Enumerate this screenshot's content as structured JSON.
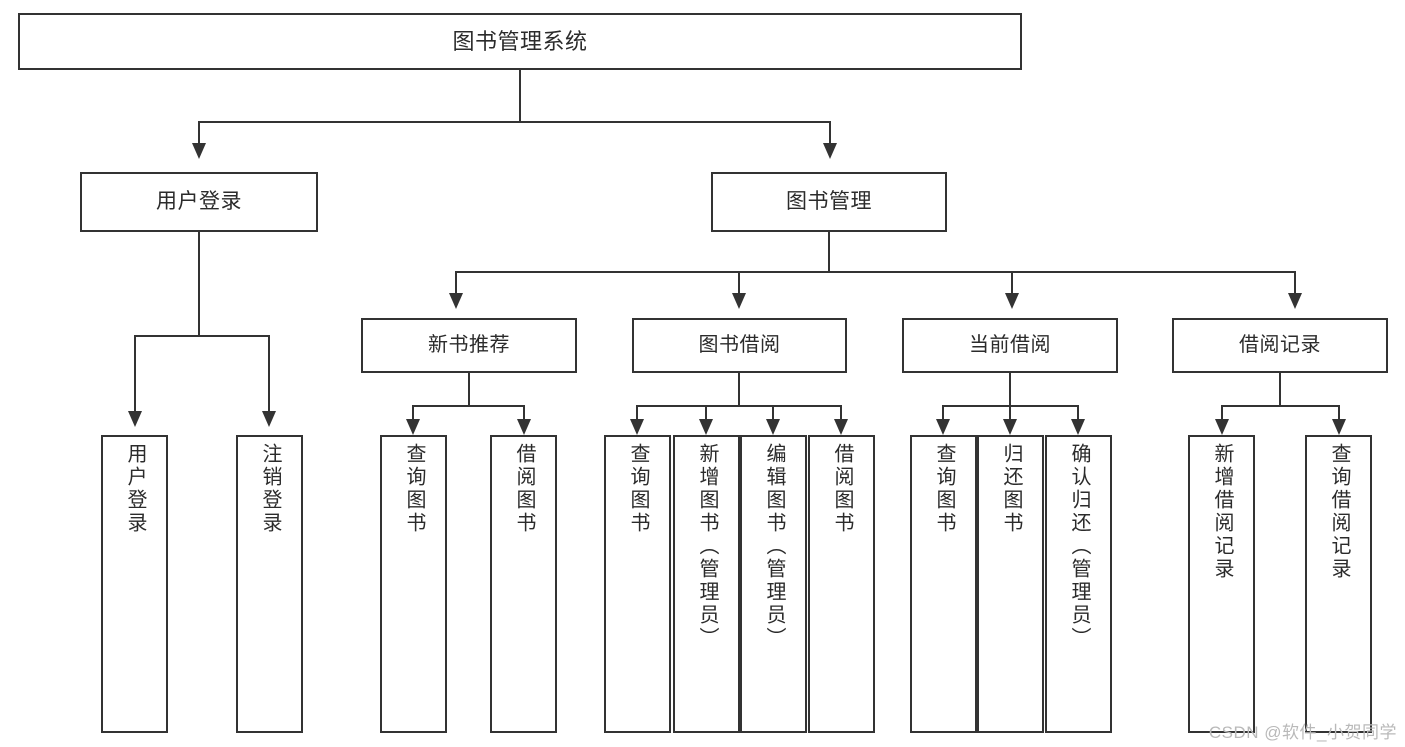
{
  "diagram": {
    "type": "tree-hierarchy",
    "title": "图书管理系统",
    "watermark": "CSDN @软件_小贺同学",
    "colors": {
      "box_border": "#333333",
      "box_fill": "#ffffff",
      "text": "#2b2b2b",
      "connector": "#333333",
      "watermark": "#b9b9b9",
      "background": "#ffffff"
    },
    "root": {
      "label": "图书管理系统"
    },
    "level1": [
      {
        "label": "用户登录"
      },
      {
        "label": "图书管理"
      }
    ],
    "level2": [
      {
        "label": "新书推荐"
      },
      {
        "label": "图书借阅"
      },
      {
        "label": "当前借阅"
      },
      {
        "label": "借阅记录"
      }
    ],
    "leaves": {
      "user_login": [
        {
          "label": "用户登录"
        },
        {
          "label": "注销登录"
        }
      ],
      "new_book_recommend": [
        {
          "label": "查询图书"
        },
        {
          "label": "借阅图书"
        }
      ],
      "book_borrow": [
        {
          "label": "查询图书"
        },
        {
          "label": "新增图书（管理员）"
        },
        {
          "label": "编辑图书（管理员）"
        },
        {
          "label": "借阅图书"
        }
      ],
      "current_borrow": [
        {
          "label": "查询图书"
        },
        {
          "label": "归还图书"
        },
        {
          "label": "确认归还（管理员）"
        }
      ],
      "borrow_record": [
        {
          "label": "新增借阅记录"
        },
        {
          "label": "查询借阅记录"
        }
      ]
    }
  }
}
